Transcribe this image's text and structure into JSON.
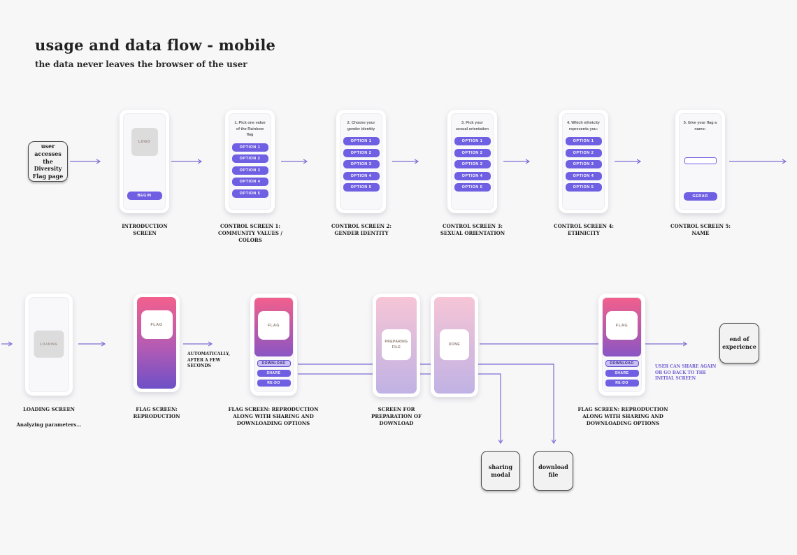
{
  "title": "usage and data flow - mobile",
  "subtitle": "the data never leaves the browser of the user",
  "colors": {
    "background": "#f7f7f8",
    "accent_purple": "#6f5fe3",
    "arrow_purple": "#7f6ed2",
    "flag_gradient_top": "#f2608c",
    "flag_gradient_bottom": "#6e50c6",
    "prep_gradient_top": "#f6c5d6",
    "prep_gradient_bottom": "#c0b2e4"
  },
  "start_box": {
    "text": "user accesses the Diversity Flag page"
  },
  "top_row": {
    "intro": {
      "logo": "LOGO",
      "begin_button": "BEGIN",
      "label": "INTRODUCTION SCREEN"
    },
    "screen1": {
      "heading": "1. Pick one value of the Rainbow flag",
      "options": [
        "OPTION 1",
        "OPTION 2",
        "OPTION 3",
        "OPTION 4",
        "OPTION 5"
      ],
      "label": "CONTROL SCREEN 1: COMMUNITY VALUES / COLORS"
    },
    "screen2": {
      "heading": "2. Choose your gender identity",
      "options": [
        "OPTION 1",
        "OPTION 2",
        "OPTION 3",
        "OPTION 4",
        "OPTION 5"
      ],
      "label": "CONTROL SCREEN 2: GENDER IDENTITY"
    },
    "screen3": {
      "heading": "3. Pick your sexual orientation",
      "options": [
        "OPTION 1",
        "OPTION 2",
        "OPTION 3",
        "OPTION 4",
        "OPTION 5"
      ],
      "label": "CONTROL SCREEN 3: SEXUAL ORIENTATION"
    },
    "screen4": {
      "heading": "4. Which ethnicity represents you:",
      "options": [
        "OPTION 1",
        "OPTION 2",
        "OPTION 3",
        "OPTION 4",
        "OPTION 5"
      ],
      "label": "CONTROL SCREEN 4: ETHNICITY"
    },
    "screen5": {
      "heading": "5. Give your flag a name:",
      "input_value": "",
      "generate_button": "GERAR",
      "label": "CONTROL SCREEN 5: NAME"
    }
  },
  "bottom_row": {
    "loading": {
      "box": "LOADING",
      "label": "LOADING SCREEN",
      "note": "Analyzing parameters..."
    },
    "flag_reproduction": {
      "flag": "FLAG",
      "label": "FLAG SCREEN: REPRODUCTION"
    },
    "auto_note": "AUTOMATICALLY, AFTER A FEW SECONDS",
    "flag_options": {
      "flag": "FLAG",
      "buttons": [
        "DOWNLOAD",
        "SHARE",
        "RE-DO"
      ],
      "label": "FLAG SCREEN: REPRODUCTION ALONG WITH SHARING AND DOWNLOADING OPTIONS"
    },
    "preparing": {
      "box": "PREPARING FILE"
    },
    "done": {
      "box": "DONE"
    },
    "prep_label": "SCREEN FOR PREPARATION OF DOWNLOAD",
    "flag_options_2": {
      "flag": "FLAG",
      "buttons": [
        "DOWNLOAD",
        "SHARE",
        "RE-DO"
      ],
      "label": "FLAG SCREEN: REPRODUCTION ALONG WITH SHARING AND DOWNLOADING OPTIONS"
    },
    "share_note": "USER CAN SHARE AGAIN OR GO BACK TO THE INITIAL SCREEN",
    "end_box": "end of experience",
    "sharing_modal": "sharing modal",
    "download_file": "download file"
  }
}
